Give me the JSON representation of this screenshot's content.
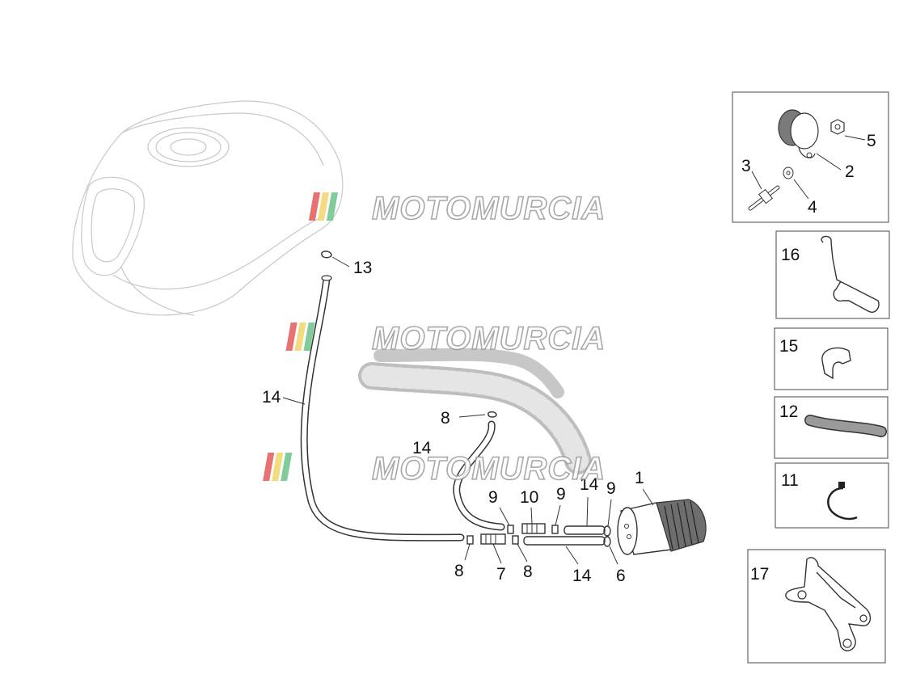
{
  "watermark": {
    "text": "MOTOMURCIA",
    "stripe_colors": [
      "#e45a5a",
      "#f1d56a",
      "#6cc48a"
    ]
  },
  "callouts": {
    "c1": "1",
    "c2": "2",
    "c3": "3",
    "c4": "4",
    "c5": "5",
    "c6": "6",
    "c7": "7",
    "c8a": "8",
    "c8b": "8",
    "c8c": "8",
    "c9a": "9",
    "c9b": "9",
    "c9c": "9",
    "c10": "10",
    "c11": "11",
    "c12": "12",
    "c13": "13",
    "c14a": "14",
    "c14b": "14",
    "c14c": "14",
    "c14d": "14",
    "c15": "15",
    "c16": "16",
    "c17": "17"
  }
}
